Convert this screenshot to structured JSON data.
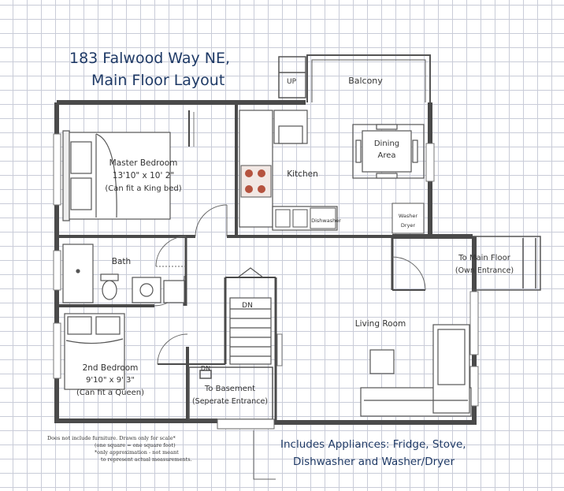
{
  "title": {
    "line1": "183 Falwood Way NE,",
    "line2": "Main Floor Layout"
  },
  "rooms": {
    "master_bedroom": {
      "name": "Master Bedroom",
      "size": "13'10\" x 10' 2\"",
      "note": "(Can fit a King bed)"
    },
    "kitchen": "Kitchen",
    "dining": {
      "line1": "Dining",
      "line2": "Area"
    },
    "balcony": "Balcony",
    "bath": "Bath",
    "second_bedroom": {
      "name": "2nd Bedroom",
      "size": "9'10\" x 9' 3\"",
      "note": "(Can fit a Queen)"
    },
    "living_room": "Living Room",
    "to_basement": {
      "line1": "To Basement",
      "line2": "(Seperate Entrance)"
    },
    "to_main_floor": {
      "line1": "To Main Floor",
      "line2": "(Own Entrance)"
    }
  },
  "labels": {
    "up": "UP",
    "dn_stair": "DN",
    "dn_basement": "DN",
    "dishwasher": "Dishwasher",
    "washer": "Washer",
    "dryer": "Dryer"
  },
  "notes": {
    "line1": "Does not include furniture. Drawn only for scale*",
    "line2": "(one square = one square foot)",
    "line3": "*only approximation - not meant",
    "line4": "to represent actual measurements."
  },
  "appliances": {
    "line1": "Includes Appliances: Fridge, Stove,",
    "line2": "Dishwasher and Washer/Dryer"
  },
  "colors": {
    "wall": "#4a4a4a",
    "title_text": "#1f3a66",
    "grid": "#c9ccd8",
    "stove_red": "#b5533f"
  }
}
